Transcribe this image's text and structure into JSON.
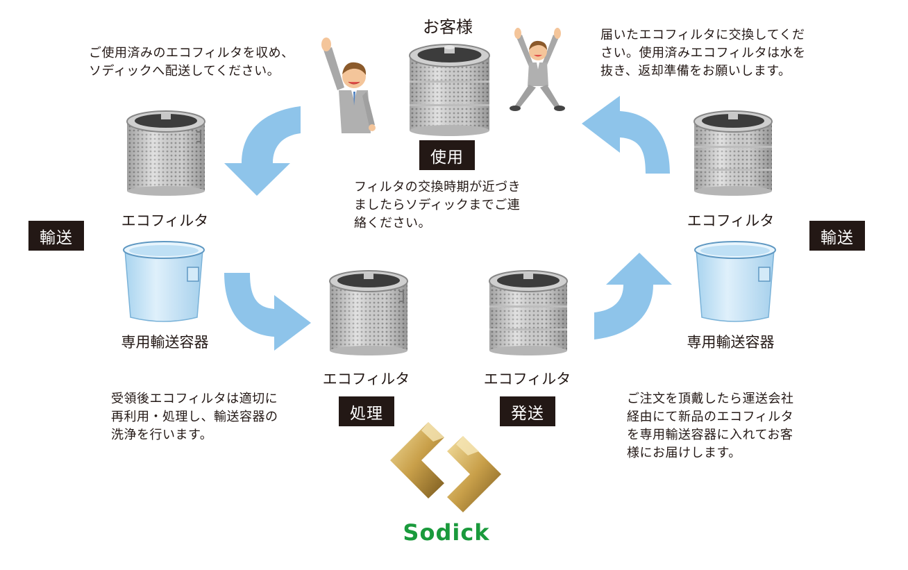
{
  "customer": {
    "title": "お客様"
  },
  "texts": {
    "top_left": "ご使用済みのエコフィルタを収め、\nソディックへ配送してください。",
    "top_right": "届いたエコフィルタに交換してくだ\nさい。使用済みエコフィルタは水を\n抜き、返却準備をお願いします。",
    "center": "フィルタの交換時期が近づき\nましたらソディックまでご連\n絡ください。",
    "bottom_left": "受領後エコフィルタは適切に\n再利用・処理し、輸送容器の\n洗浄を行います。",
    "bottom_right": "ご注文を頂戴したら運送会社\n経由にて新品のエコフィルタ\nを専用輸送容器に入れてお客\n様にお届けします。"
  },
  "labels": {
    "filter": "エコフィルタ",
    "container": "専用輸送容器"
  },
  "badges": {
    "use": "使用",
    "transport_left": "輸送",
    "transport_right": "輸送",
    "process": "処理",
    "ship": "発送"
  },
  "logo": {
    "text": "Sodick",
    "color": "#1a9a3c",
    "gold": "#c9a04a"
  },
  "colors": {
    "arrow": "#8ec4ea",
    "badge_bg": "#231815",
    "water": "#bfe0f5"
  }
}
